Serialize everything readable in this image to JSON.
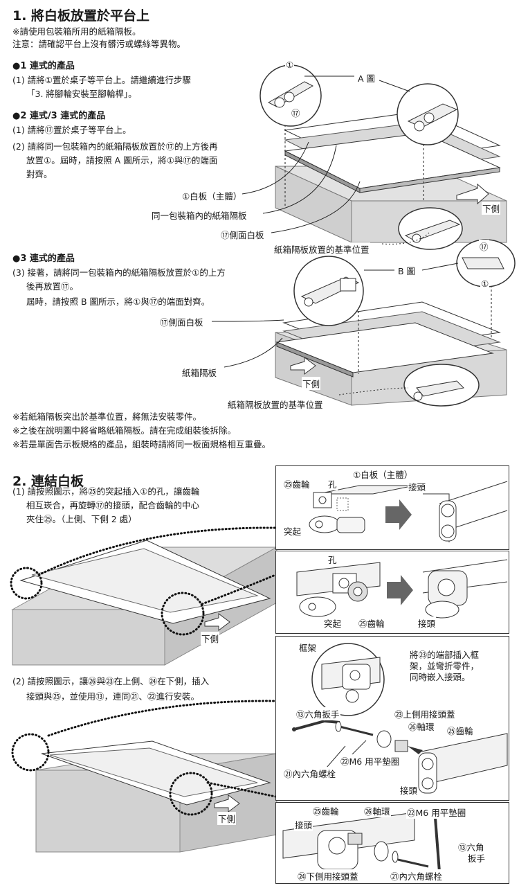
{
  "section1": {
    "title": "1. 將白板放置於平台上",
    "notes": [
      "※請使用包裝箱所用的紙箱隔板。",
      "注意：請確認平台上沒有髒污或螺絲等異物。"
    ],
    "one": {
      "heading": "●1 連式的產品",
      "lines": [
        "(1) 請將①置於桌子等平台上。請繼續進行步驟",
        "「3. 將腳輪安裝至腳輪桿」。"
      ]
    },
    "two": {
      "heading": "●2 連式/3 連式的產品",
      "lines": [
        "(1) 請將⑰置於桌子等平台上。",
        "(2) 請將同一包裝箱內的紙箱隔板放置於⑰的上方後再",
        "放置①。屆時，請按照 A 圖所示，將①與⑰的端面",
        "對齊。"
      ]
    },
    "three": {
      "heading": "●3 連式的產品",
      "lines": [
        "(3) 接著，請將同一包裝箱內的紙箱隔板放置於①的上方",
        "後再放置⑰。",
        "屆時，請按照 B 圖所示，將①與⑰的端面對齊。"
      ]
    },
    "figA": {
      "label": "A 圖",
      "c1": "①",
      "c17": "⑰",
      "board": "①白板（主體）",
      "sheet": "同一包裝箱內的紙箱隔板",
      "side": "⑰側面白板",
      "ref": "紙箱隔板放置的基準位置",
      "down": "下側"
    },
    "figB": {
      "label": "B 圖",
      "c17": "⑰",
      "c1": "①",
      "side": "⑰側面白板",
      "sheet": "紙箱隔板",
      "down": "下側",
      "ref": "紙箱隔板放置的基準位置"
    },
    "footnotes": [
      "※若紙箱隔板突出於基準位置，將無法安裝零件。",
      "※之後在說明圖中將省略紙箱隔板。請在完成組裝後拆除。",
      "※若是單面告示板規格的產品，組裝時請將同一板面規格相互重疊。"
    ]
  },
  "section2": {
    "title": "2. 連結白板",
    "step1": [
      "(1) 請按照圖示，將㉕的突起插入①的孔，讓齒輪",
      "相互崁合，再旋轉⑰的接頭，配合齒輪的中心",
      "夾住㉕。（上側、下側 2 處）"
    ],
    "step2": [
      "(2) 請按照圖示，讓㉖與㉓在上側、㉔在下側，插入",
      "接頭與㉕，並使用⑬，連同㉑、㉒進行安裝。"
    ],
    "down": "下側",
    "box1": {
      "board": "①白板（主體）",
      "gear": "㉕齒輪",
      "hole": "孔",
      "joint": "接頭",
      "bump": "突起"
    },
    "box2": {
      "hole": "孔",
      "bump": "突起",
      "gear": "㉕齒輪",
      "joint": "接頭"
    },
    "box3": {
      "frame": "框架",
      "note": [
        "將㉓的端部插入框",
        "架，並彎折零件，",
        "同時嵌入接頭。"
      ],
      "hex": "⑬六角扳手",
      "upper": "㉓上側用接頭蓋",
      "collar": "㉖軸環",
      "gear": "㉕齒輪",
      "washer": "㉒M6 用平墊圈",
      "bolt": "㉑內六角螺栓",
      "joint": "接頭"
    },
    "box4": {
      "gear": "㉕齒輪",
      "collar": "㉖軸環",
      "washer": "㉒M6 用平墊圈",
      "joint": "接頭",
      "hex": [
        "⑬六角",
        "扳手"
      ],
      "lower": "㉔下側用接頭蓋",
      "bolt": "㉑內六角螺栓"
    }
  }
}
